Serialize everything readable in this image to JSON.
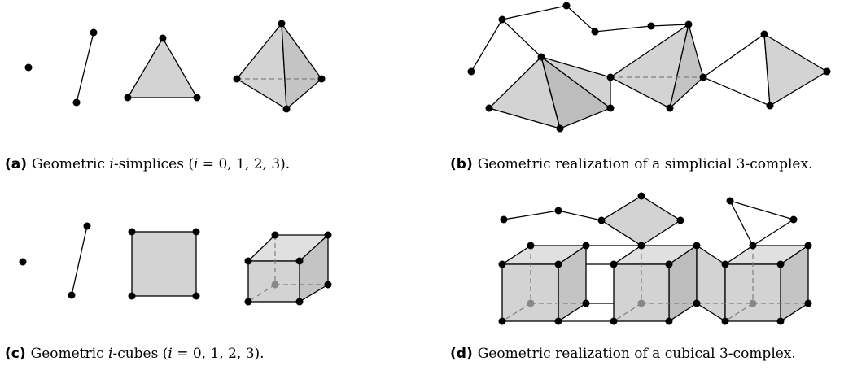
{
  "panels": {
    "a": {
      "tag": "(a)",
      "text_pre": "Geometric ",
      "var": "i",
      "text_post": "-simplices (",
      "math_var": "i",
      "math_rest": " = 0, 1, 2, 3)."
    },
    "b": {
      "tag": "(b)",
      "text": "Geometric realization of a simplicial 3-complex."
    },
    "c": {
      "tag": "(c)",
      "text_pre": "Geometric ",
      "var": "i",
      "text_post": "-cubes (",
      "math_var": "i",
      "math_rest": " = 0, 1, 2, 3)."
    },
    "d": {
      "tag": "(d)",
      "text": "Geometric realization of a cubical 3-complex."
    }
  },
  "colors": {
    "face": "#d3d3d3",
    "face_dark": "#bdbdbd",
    "edge": "#000000",
    "hidden_edge": "#7f7f7f",
    "vertex": "#000000",
    "hidden_vertex": "#888888"
  }
}
